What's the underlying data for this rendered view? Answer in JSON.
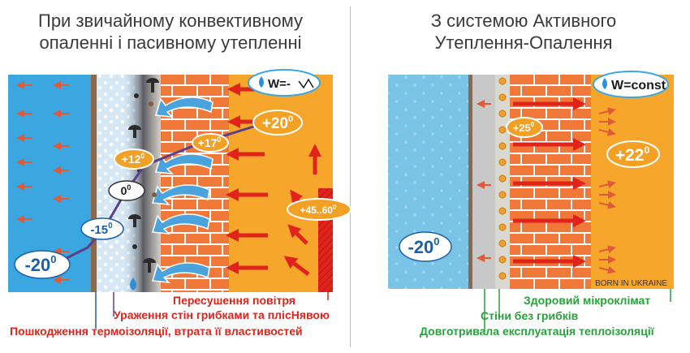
{
  "left_panel": {
    "title_lines": [
      "При звичайному конвективному",
      "опаленні і пасивному утепленні"
    ],
    "moisture_label": "W=-",
    "temperatures": {
      "outside": "-20",
      "in_insulation": "-15",
      "zero": "0",
      "insulation_warm": "+12",
      "wall": "+17",
      "room": "+20",
      "heater": "+45..60"
    },
    "captions": [
      "Пересушення повітря",
      "Ураження стін грибками та плісНявою",
      "Пошкодження термоізоляції, втрата її властивостей"
    ]
  },
  "right_panel": {
    "title_lines": [
      "З системою Активного",
      "Утеплення-Опалення"
    ],
    "moisture_label": "W=const",
    "temperatures": {
      "outside": "-20",
      "film": "+25",
      "room": "+22"
    },
    "watermark": "BORN IN UKRAINE",
    "captions": [
      "Здоровий мікроклімат",
      "Стіни без грибків",
      "Довготривала експлуатація теплоізоляції"
    ]
  },
  "colors": {
    "outside_blue": "#3aa7e0",
    "insulation_blue": "#cfe3f3",
    "brick": "#f07838",
    "mortar": "#ffffff",
    "room_orange": "#f7a62c",
    "red_arrow": "#e0241c",
    "temp_orange": "#f3a125",
    "caption_red": "#e0241c",
    "caption_green": "#27a23a"
  }
}
